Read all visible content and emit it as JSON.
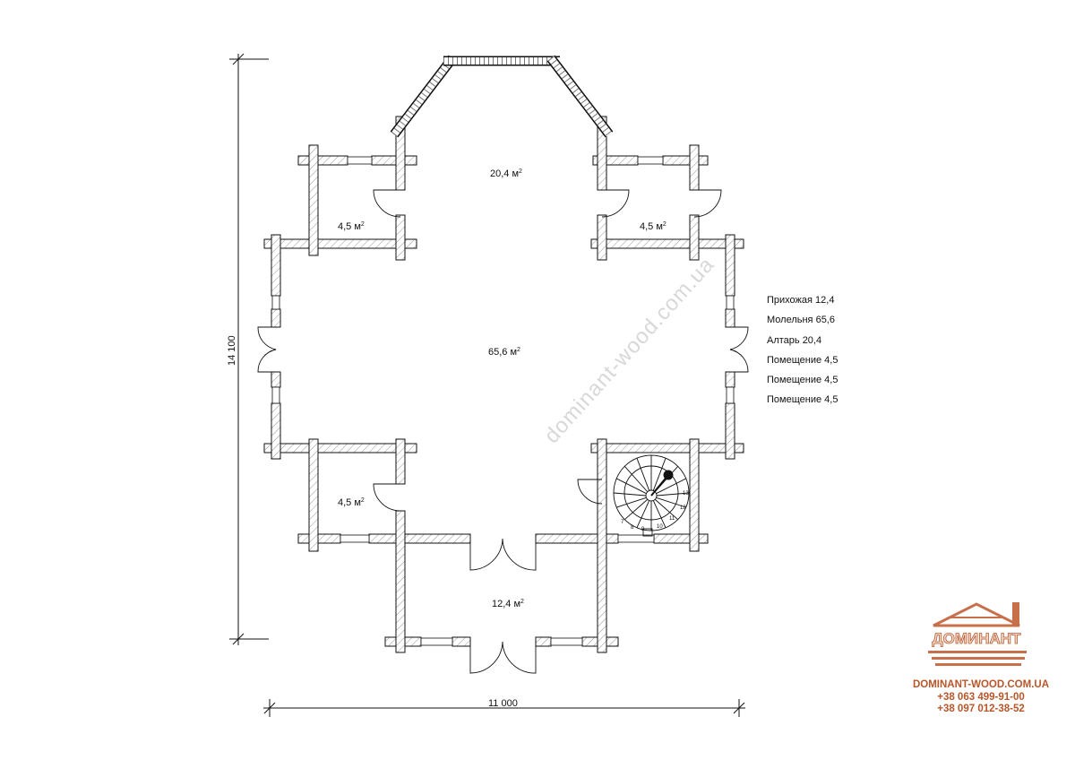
{
  "dimensions": {
    "height": "14 100",
    "width": "11 000"
  },
  "rooms": [
    {
      "name": "altar",
      "area": "20,4 м",
      "sup": "2"
    },
    {
      "name": "room-upper-left",
      "area": "4,5 м",
      "sup": "2"
    },
    {
      "name": "room-upper-right",
      "area": "4,5 м",
      "sup": "2"
    },
    {
      "name": "prayer-hall",
      "area": "65,6 м",
      "sup": "2"
    },
    {
      "name": "room-lower-left",
      "area": "4,5 м",
      "sup": "2"
    },
    {
      "name": "entrance-hall",
      "area": "12,4 м",
      "sup": "2"
    }
  ],
  "legend": [
    "Прихожая 12,4",
    "Молельня 65,6",
    "Алтарь 20,4",
    "Помещение 4,5",
    "Помещение 4,5",
    "Помещение 4,5"
  ],
  "stair_steps": [
    "7",
    "8",
    "9",
    "10",
    "11",
    "12",
    "13"
  ],
  "watermark": "dominant-wood.com.ua",
  "brand": {
    "logo_text": "ДОМИНАНТ",
    "site": "DOMINANT-WOOD.COM.UA",
    "phone1": "+38 063 499-91-00",
    "phone2": "+38 097 012-38-52",
    "color": "#b8562a"
  }
}
